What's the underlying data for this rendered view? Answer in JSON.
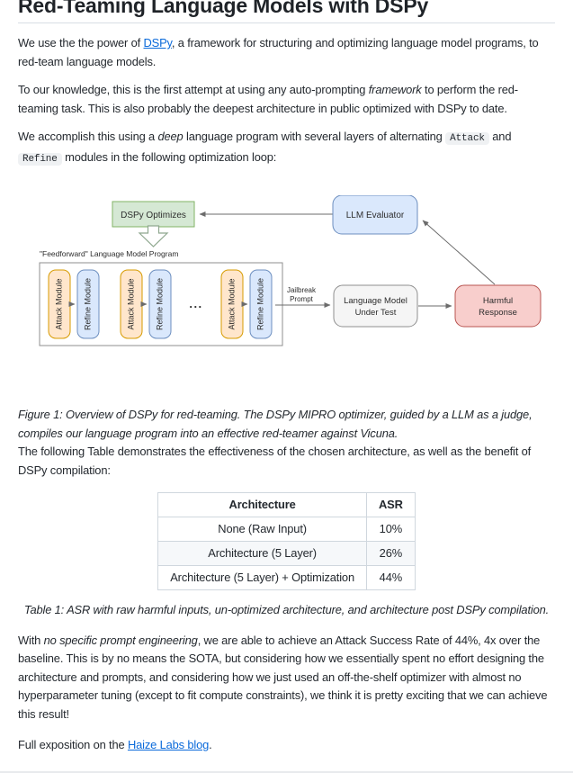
{
  "title": "Red-Teaming Language Models with DSPy",
  "content": {
    "p1": {
      "before": "We use the the power of ",
      "link": "DSPy",
      "after": ", a framework for structuring and optimizing language model programs, to red-team language models."
    },
    "p2": {
      "before": "To our knowledge, this is the first attempt at using any auto-prompting ",
      "italic": "framework",
      "after": " to perform the red-teaming task. This is also probably the deepest architecture in public optimized with DSPy to date."
    },
    "p3": {
      "part1": "We accomplish this using a ",
      "italic": "deep",
      "part2": " language program with several layers of alternating ",
      "code1": "Attack",
      "part3": " and ",
      "code2": "Refine",
      "part4": " modules in the following optimization loop:"
    },
    "figure_caption": "Figure 1: Overview of DSPy for red-teaming. The DSPy MIPRO optimizer, guided by a LLM as a judge, compiles our language program into an effective red-teamer against Vicuna.",
    "table_intro": "The following Table demonstrates the effectiveness of the chosen architecture, as well as the benefit of DSPy compilation:",
    "table_caption": "Table 1: ASR with raw harmful inputs, un-optimized architecture, and architecture post DSPy compilation.",
    "results": {
      "before": "With ",
      "italic": "no specific prompt engineering",
      "after": ", we are able to achieve an Attack Success Rate of 44%, 4x over the baseline. This is by no means the SOTA, but considering how we essentially spent no effort designing the architecture and prompts, and considering how we just used an off-the-shelf optimizer with almost no hyperparameter tuning (except to fit compute constraints), we think it is pretty exciting that we can achieve this result!"
    },
    "footer": {
      "before": "Full exposition on the ",
      "link": "Haize Labs blog",
      "after": "."
    }
  },
  "table": {
    "headers": [
      "Architecture",
      "ASR"
    ],
    "rows": [
      [
        "None (Raw Input)",
        "10%"
      ],
      [
        "Architecture (5 Layer)",
        "26%"
      ],
      [
        "Architecture (5 Layer) + Optimization",
        "44%"
      ]
    ]
  },
  "diagram": {
    "optimizer_label": "DSPy Optimizes",
    "evaluator_label": "LLM Evaluator",
    "program_label": "\"Feedforward\" Language Model Program",
    "attack_label": "Attack Module",
    "refine_label": "Refine Module",
    "ellipsis": "...",
    "jailbreak_line1": "Jailbreak",
    "jailbreak_line2": "Prompt",
    "lm_line1": "Language Model",
    "lm_line2": "Under Test",
    "harmful_line1": "Harmful",
    "harmful_line2": "Response",
    "colors": {
      "optimizer_fill": "#d5e8d4",
      "optimizer_stroke": "#82b366",
      "attack_fill": "#ffe6cc",
      "attack_stroke": "#d79b00",
      "refine_fill": "#dae8fc",
      "refine_stroke": "#6c8ebf",
      "evaluator_fill": "#dae8fc",
      "evaluator_stroke": "#6c8ebf",
      "lm_fill": "#f5f5f5",
      "lm_stroke": "#8f8f8f",
      "harmful_fill": "#f8cecc",
      "harmful_stroke": "#b85450",
      "link": "#0969da"
    }
  }
}
